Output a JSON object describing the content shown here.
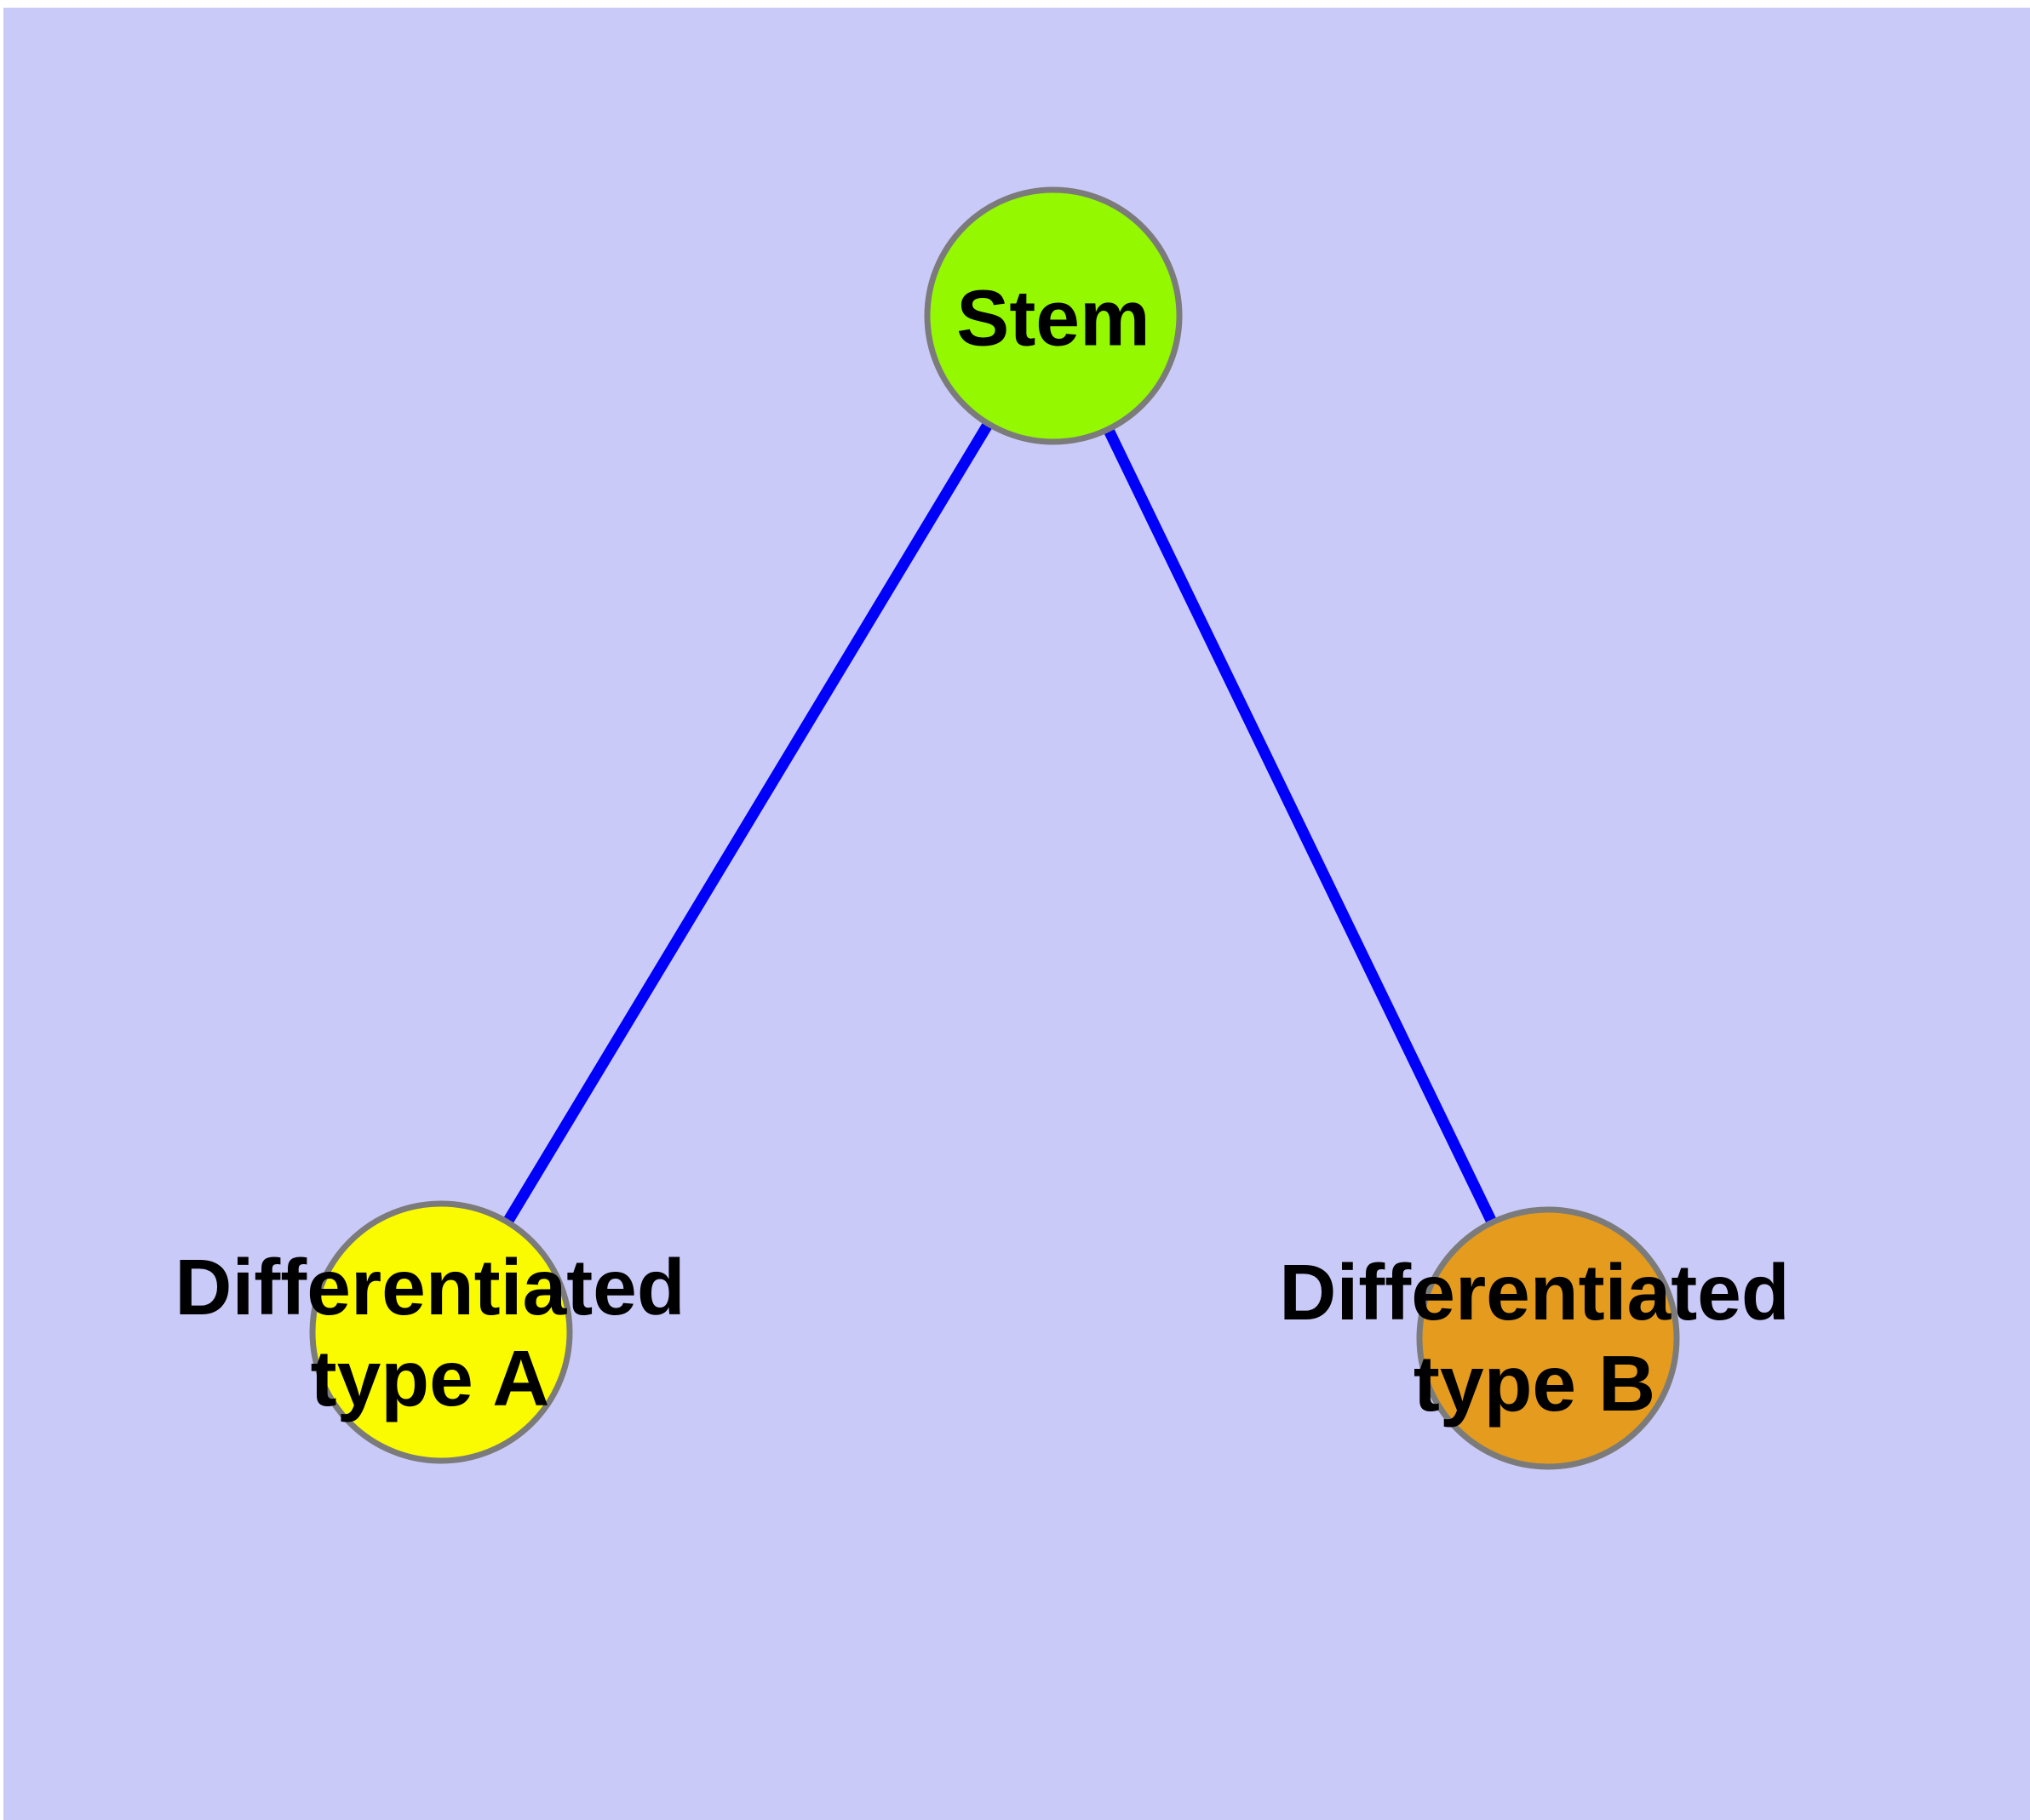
{
  "diagram": {
    "type": "node-link-graph",
    "title": "",
    "background_color": "#FFFFFF",
    "panel_color": "#CACAF8",
    "edge_color": "#0000FA",
    "node_border_color": "#7B7B7B",
    "label_color": "#000000",
    "nodes": [
      {
        "id": "stem",
        "label": "Stem",
        "fill": "#94F800"
      },
      {
        "id": "differentiated-type-a",
        "label": "Differentiated type A",
        "label_line1": "Differentiated",
        "label_line2": "type A",
        "fill": "#FBFB00"
      },
      {
        "id": "differentiated-type-b",
        "label": "Differentiated type B",
        "label_line1": "Differentiated",
        "label_line2": "type B",
        "fill": "#E49B1E"
      }
    ],
    "edges": [
      {
        "from": "Stem",
        "to": "Differentiated type A"
      },
      {
        "from": "Stem",
        "to": "Differentiated type B"
      }
    ]
  }
}
